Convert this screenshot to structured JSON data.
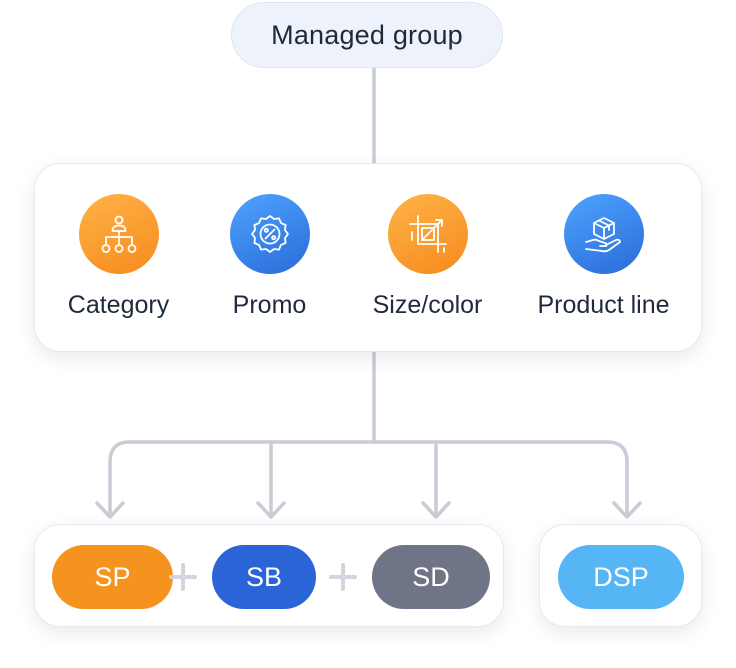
{
  "root": {
    "label": "Managed group"
  },
  "dimensions": [
    {
      "label": "Category",
      "icon": "category-hierarchy-icon",
      "color": "orange"
    },
    {
      "label": "Promo",
      "icon": "percent-badge-icon",
      "color": "blue"
    },
    {
      "label": "Size/color",
      "icon": "crop-resize-icon",
      "color": "orange"
    },
    {
      "label": "Product line",
      "icon": "hand-box-icon",
      "color": "blue"
    }
  ],
  "ad_types": {
    "sp": {
      "label": "SP",
      "color": "#f5931e"
    },
    "sb": {
      "label": "SB",
      "color": "#2a64d6"
    },
    "sd": {
      "label": "SD",
      "color": "#6f7486"
    },
    "dsp": {
      "label": "DSP",
      "color": "#55b5f5"
    }
  },
  "colors": {
    "orange": "#f68a1e",
    "blue": "#2a6bd8",
    "connector": "#c9ccd6",
    "plus": "#d2d5dd"
  }
}
